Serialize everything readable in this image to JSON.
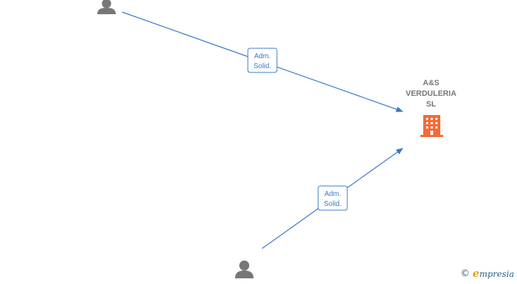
{
  "company": {
    "name_lines": [
      "A&S",
      "VERDULERIA",
      "SL"
    ],
    "icon": "building-icon",
    "color": "#f26b3a"
  },
  "persons": [
    {
      "icon": "person-icon",
      "color": "#777777"
    },
    {
      "icon": "person-icon",
      "color": "#777777"
    }
  ],
  "edges": [
    {
      "from": "person-1",
      "to": "company",
      "label_lines": [
        "Adm.",
        "Solid."
      ]
    },
    {
      "from": "person-2",
      "to": "company",
      "label_lines": [
        "Adm.",
        "Solid."
      ]
    }
  ],
  "colors": {
    "edge": "#3a78c6",
    "label_border": "#3a78c6",
    "label_text": "#3a78c6"
  },
  "watermark": {
    "copyright_symbol": "©",
    "brand_initial": "e",
    "brand_rest": "mpresia"
  }
}
